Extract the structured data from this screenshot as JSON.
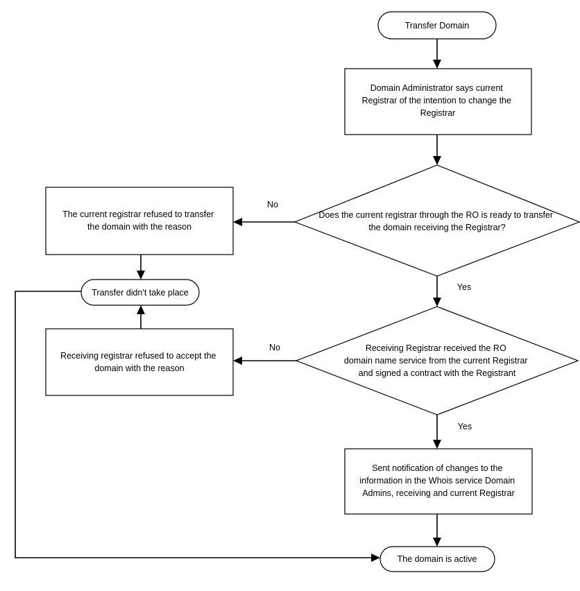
{
  "flowchart": {
    "start": "Transfer Domain",
    "step_notify_registrar": [
      "Domain Administrator says current",
      "Registrar of the intention to change the",
      "Registrar"
    ],
    "decision_current_registrar": [
      "Does the current registrar through the RO is ready to transfer",
      "the domain receiving the Registrar?"
    ],
    "step_current_refused": [
      "The current registrar refused to transfer",
      "the domain with the reason"
    ],
    "terminal_not_transferred": "Transfer didn't take place",
    "decision_receiving_registrar": [
      "Receiving Registrar received the RO",
      "domain name service from the current Registrar",
      "and signed a contract with the Registrant"
    ],
    "step_receiving_refused": [
      "Receiving registrar refused to accept the",
      "domain with the reason"
    ],
    "step_send_notification": [
      "Sent notification of changes to the",
      "information in the Whois service Domain",
      "Admins, receiving and current Registrar"
    ],
    "terminal_active": "The domain is active",
    "labels": {
      "no_1": "No",
      "yes_1": "Yes",
      "no_2": "No",
      "yes_2": "Yes"
    }
  }
}
